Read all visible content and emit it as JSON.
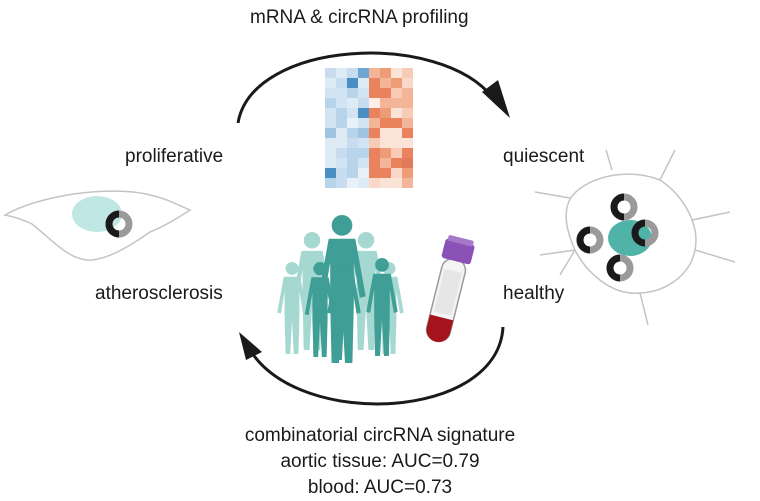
{
  "labels": {
    "top": "mRNA & circRNA profiling",
    "proliferative": "proliferative",
    "quiescent": "quiescent",
    "atherosclerosis": "atherosclerosis",
    "healthy": "healthy"
  },
  "footer": {
    "line1": "combinatorial circRNA signature",
    "line2": "aortic tissue: AUC=0.79",
    "line3": "blood: AUC=0.73"
  },
  "colors": {
    "arrow": "#1a1a1a",
    "cell_outline": "#bdbdbd",
    "nucleus": "#a9ddd8",
    "people_dark": "#3f9e95",
    "people_light": "#a6d8d2",
    "heatmap_blue": "#4a8fc4",
    "heatmap_red": "#e07a5a",
    "tube_cap": "#8a52b6",
    "blood": "#a5141c"
  },
  "icons": {
    "heatmap": "heatmap-icon",
    "proliferative_cell": "proliferative-cell-icon",
    "quiescent_cell": "quiescent-cell-icon",
    "population": "people-group-icon",
    "blood_tube": "blood-tube-icon",
    "circrna": "circrna-ring-icon"
  }
}
